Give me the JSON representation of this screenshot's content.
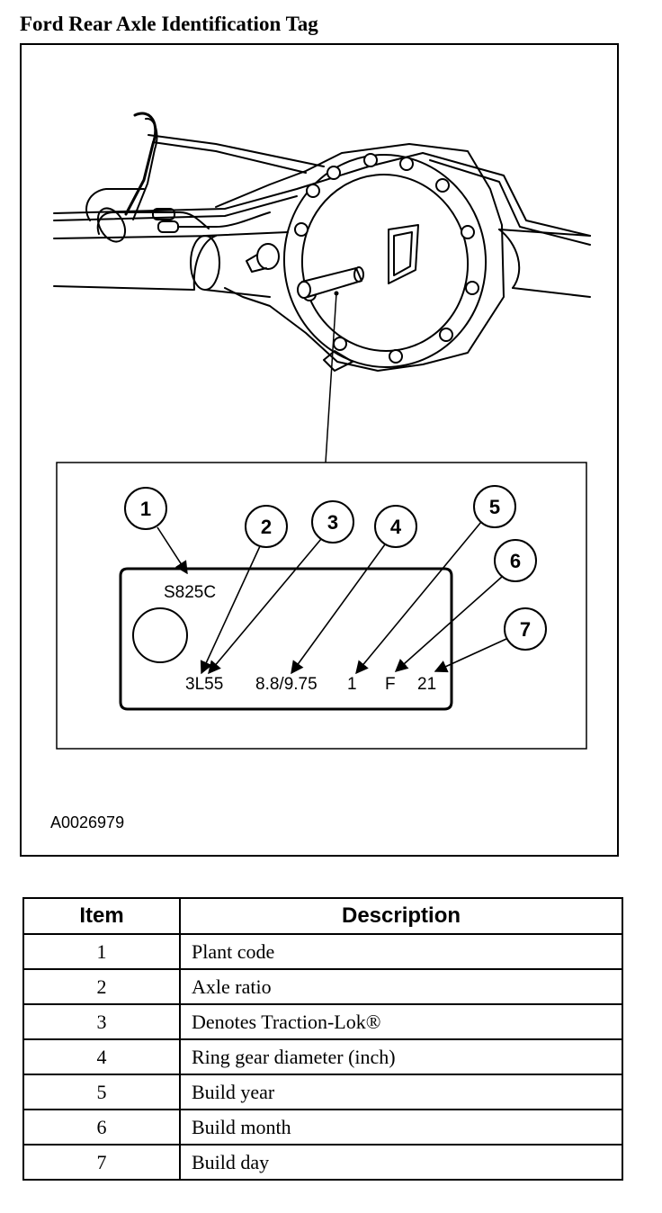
{
  "title": "Ford Rear Axle Identification Tag",
  "figure_id": "A0026979",
  "tag": {
    "plant_code": "S825C",
    "ratio": "3L55",
    "diameter": "8.8/9.75",
    "year": "1",
    "month": "F",
    "day": "21"
  },
  "callouts": [
    "1",
    "2",
    "3",
    "4",
    "5",
    "6",
    "7"
  ],
  "table": {
    "headers": [
      "Item",
      "Description"
    ],
    "rows": [
      {
        "item": "1",
        "description": "Plant code"
      },
      {
        "item": "2",
        "description": "Axle ratio"
      },
      {
        "item": "3",
        "description": "Denotes Traction-Lok®"
      },
      {
        "item": "4",
        "description": "Ring gear diameter (inch)"
      },
      {
        "item": "5",
        "description": "Build year"
      },
      {
        "item": "6",
        "description": "Build month"
      },
      {
        "item": "7",
        "description": "Build day"
      }
    ]
  }
}
